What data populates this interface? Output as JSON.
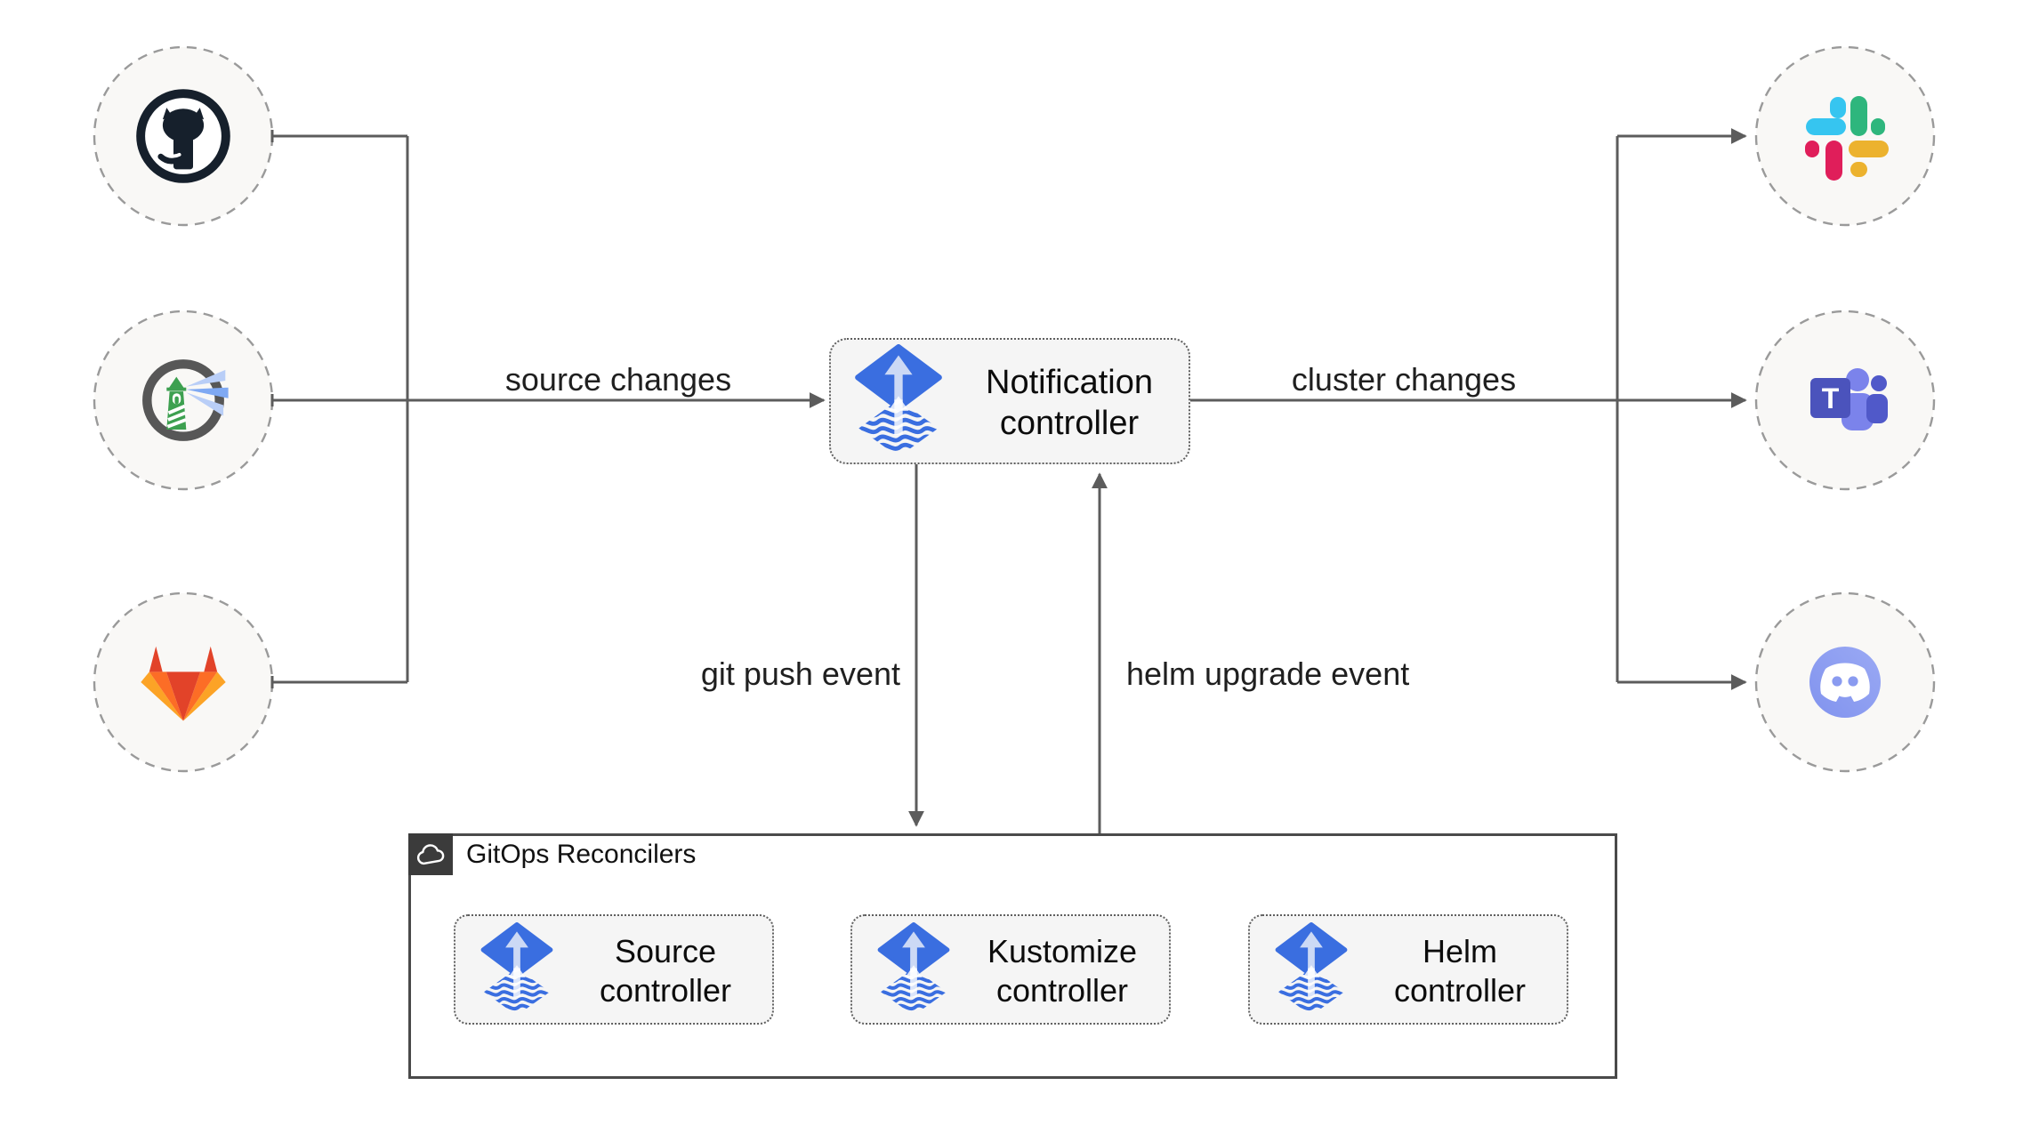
{
  "edges": {
    "source_changes": "source changes",
    "cluster_changes": "cluster changes",
    "git_push_event": "git push event",
    "helm_upgrade_event": "helm upgrade event"
  },
  "nodes": {
    "notification_controller": {
      "label": "Notification controller",
      "icon": "flux-icon"
    },
    "gitops_reconcilers": {
      "label": "GitOps Reconcilers",
      "icon": "cloud-icon",
      "controllers": [
        {
          "label": "Source controller",
          "icon": "flux-icon"
        },
        {
          "label": "Kustomize controller",
          "icon": "flux-icon"
        },
        {
          "label": "Helm controller",
          "icon": "flux-icon"
        }
      ]
    },
    "sources": [
      {
        "icon": "github-icon"
      },
      {
        "icon": "harbor-icon"
      },
      {
        "icon": "gitlab-icon"
      }
    ],
    "notifiers": [
      {
        "icon": "slack-icon"
      },
      {
        "icon": "teams-icon"
      },
      {
        "icon": "discord-icon"
      }
    ]
  },
  "colors": {
    "flux_blue": "#3a6ee0",
    "connector_gray": "#5c5c5c",
    "node_fill": "#f5f5f5",
    "halo_fill": "#f9f8f6",
    "halo_dash": "#9a9a9a",
    "badge_dark": "#3b3b3b",
    "github_dark": "#16202c",
    "harbor_gray": "#575757",
    "harbor_green": "#3da050",
    "gitlab_red": "#e24329",
    "gitlab_orange": "#fc6d26",
    "gitlab_yellow": "#fca326",
    "slack_blue": "#36C5F0",
    "slack_green": "#2EB67D",
    "slack_yellow": "#ECB22E",
    "slack_pink": "#E01E5A",
    "teams_indigo": "#4b53bc",
    "teams_light": "#7b83eb",
    "teams_mid": "#5059c9",
    "discord_blurple": "#8a9bf0"
  }
}
